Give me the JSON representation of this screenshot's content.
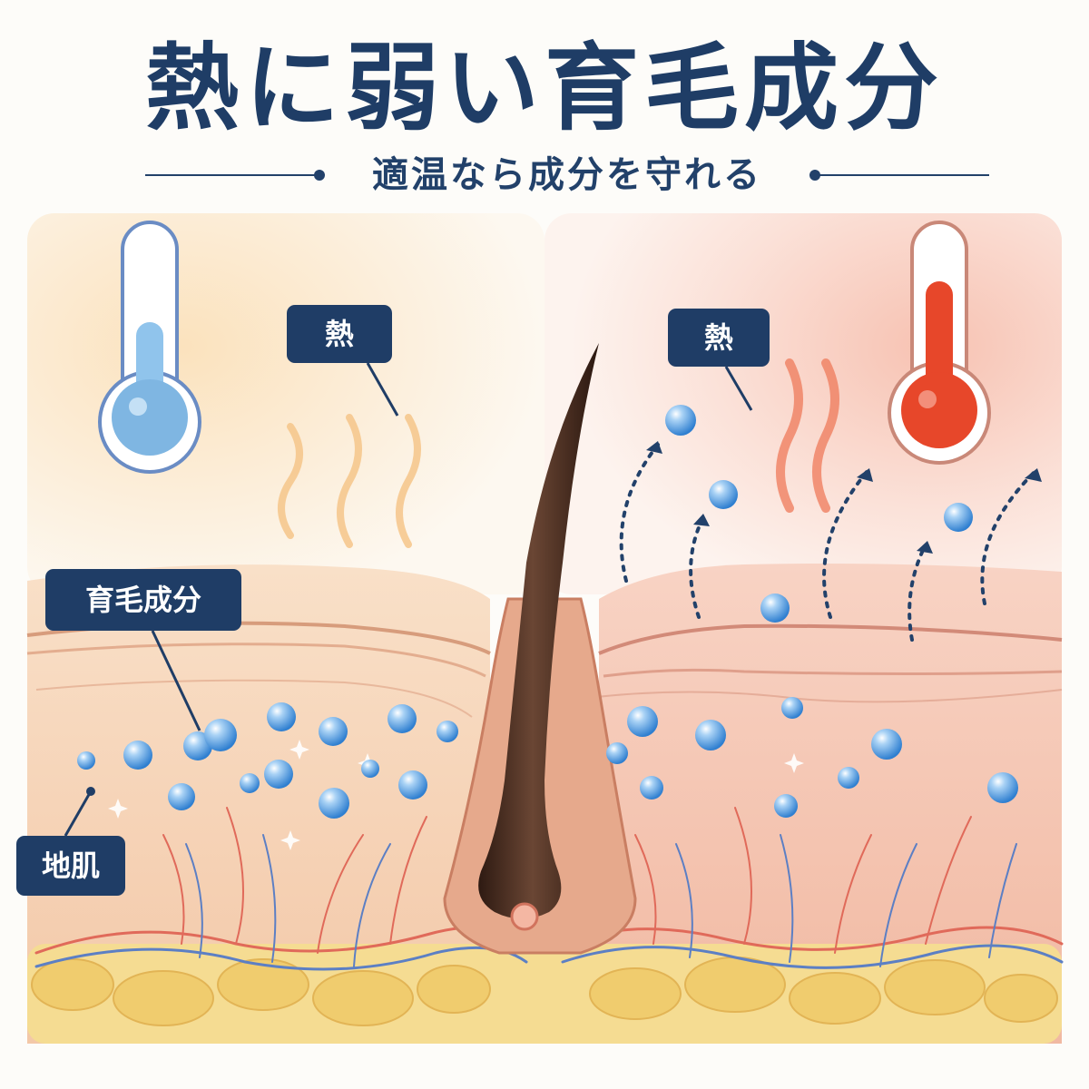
{
  "title": "熱に弱い育毛成分",
  "subtitle": "適温なら成分を守れる",
  "labels": {
    "heat_left": "熱",
    "heat_right": "熱",
    "ingredient": "育毛成分",
    "scalp": "地肌"
  },
  "colors": {
    "navy": "#1f3d66",
    "cool_thermometer": "#7fb6e2",
    "hot_thermometer": "#e7472a",
    "bubble": "#4e97db",
    "skin": "#f6d2b8",
    "fat": "#f2d27a",
    "hair": "#4a2c1f"
  },
  "icons": [
    "thermometer-cool-icon",
    "thermometer-hot-icon",
    "heat-wave-icon",
    "ingredient-bubble-icon",
    "escape-arrow-icon",
    "hair-strand-icon"
  ]
}
